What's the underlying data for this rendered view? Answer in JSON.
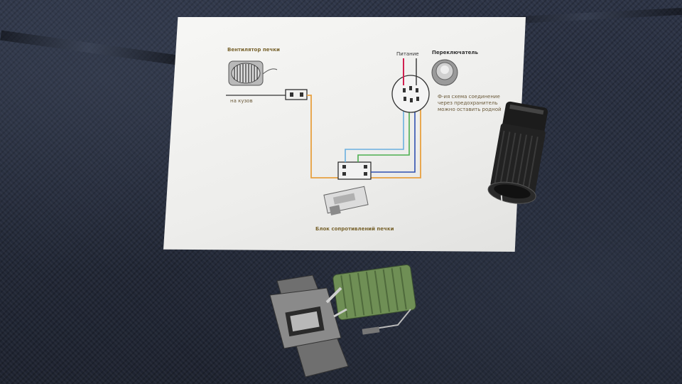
{
  "photo": {
    "schematic_labels": {
      "heater_fan": "Вентилятор печки",
      "to_ground": "на кузов",
      "power": "Питание",
      "switch": "Переключатель",
      "switch_note_1": "Ф-ия схема соединение",
      "switch_note_2": "через предохранитель",
      "switch_note_3": "можно оставить родной",
      "resistor_block": "Блок сопротивлений печки"
    },
    "wire_colors": {
      "orange": "#e8a040",
      "blue": "#6ab0e0",
      "green": "#4caf50",
      "navy": "#3050b0",
      "red": "#d02050",
      "black": "#333333"
    }
  }
}
